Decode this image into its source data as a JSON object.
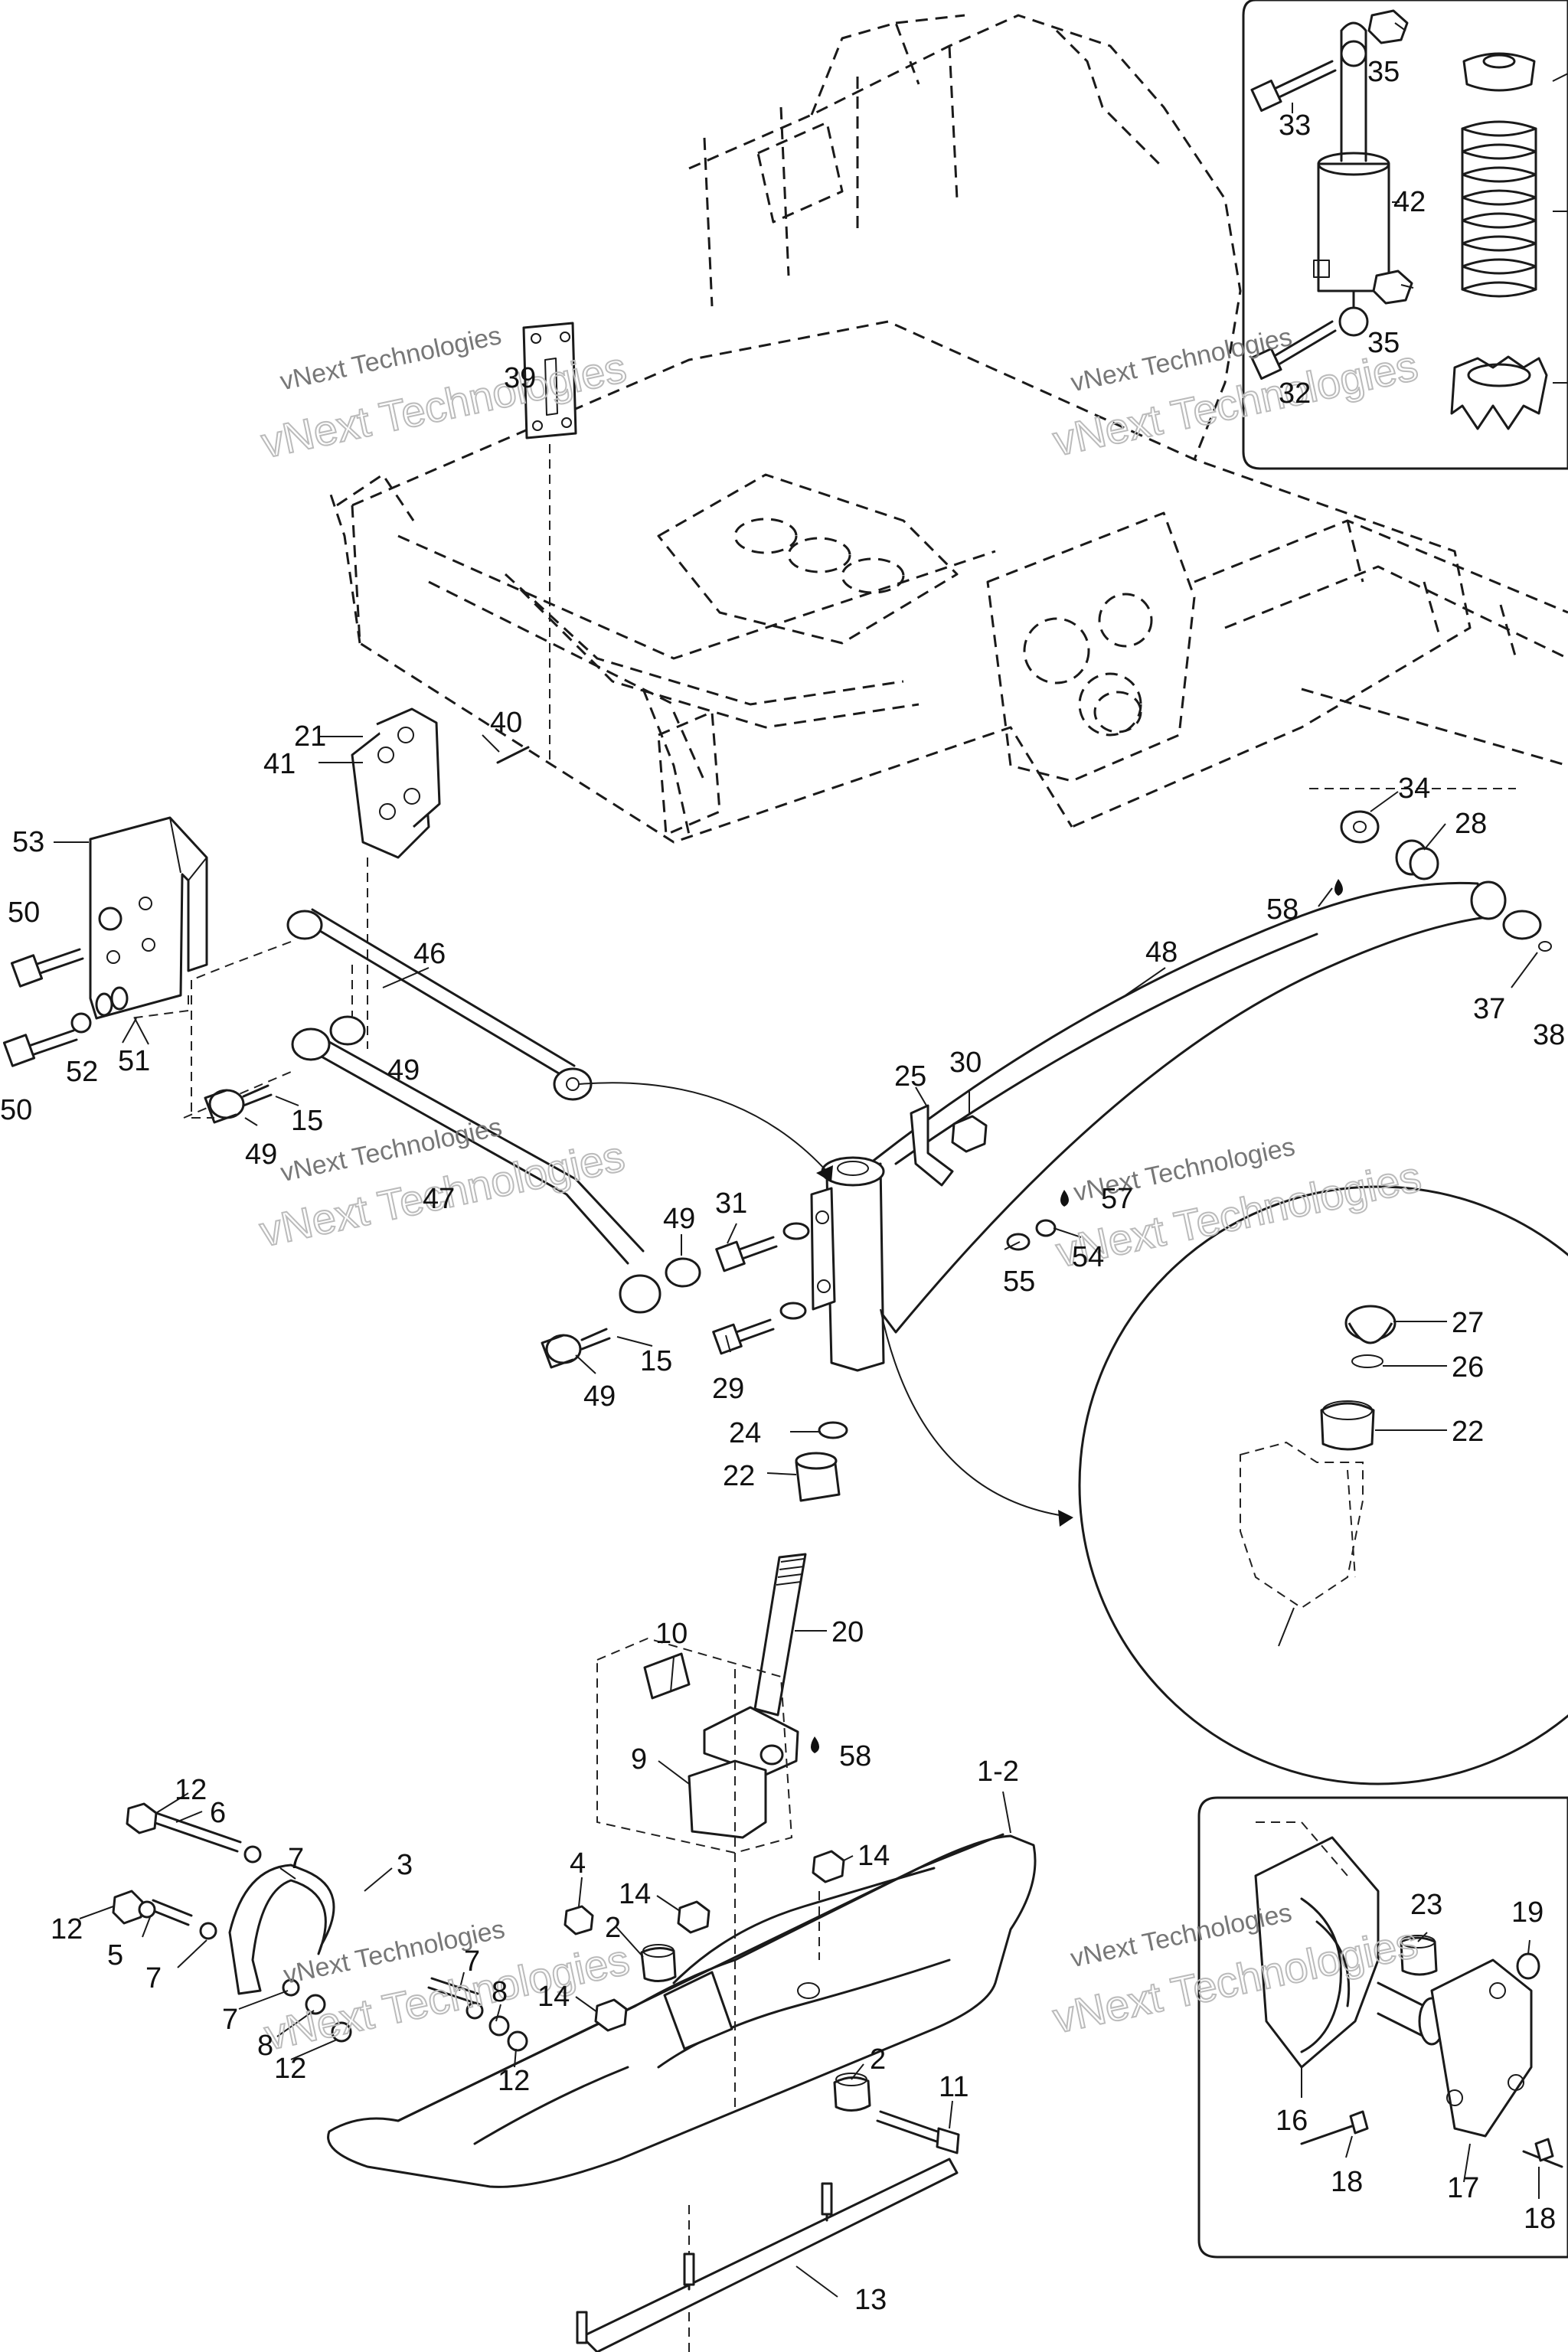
{
  "watermarks": [
    {
      "line1": "vNext Technologies",
      "line2": "vNext Technologies"
    },
    {
      "line1": "vNext Technologies",
      "line2": "vNext Technologies"
    },
    {
      "line1": "vNext Technologies",
      "line2": "vNext Technologies"
    },
    {
      "line1": "vNext Technologies",
      "line2": "vNext Technologies"
    },
    {
      "line1": "vNext Technologies",
      "line2": "vNext Technologies"
    },
    {
      "line1": "vNext Technologies",
      "line2": "vNext Technologies"
    }
  ],
  "callouts": {
    "c33": "33",
    "c35a": "35",
    "c42": "42",
    "c35b": "35",
    "c32": "32",
    "c39": "39",
    "c21": "21",
    "c41": "41",
    "c40": "40",
    "c53": "53",
    "c50a": "50",
    "c52": "52",
    "c51": "51",
    "c50b": "50",
    "c46": "46",
    "c49a": "49",
    "c15a": "15",
    "c49b": "49",
    "c47": "47",
    "c49c": "49",
    "c31": "31",
    "c29": "29",
    "c15b": "15",
    "c49d": "49",
    "c25": "25",
    "c30": "30",
    "c57": "57",
    "c54": "54",
    "c55": "55",
    "c48": "48",
    "c34": "34",
    "c28": "28",
    "c58a": "58",
    "c37": "37",
    "c38": "38",
    "c27": "27",
    "c26": "26",
    "c22a": "22",
    "c24": "24",
    "c22b": "22",
    "c20": "20",
    "c10": "10",
    "c9": "9",
    "c58b": "58",
    "c1_2": "1-2",
    "c14a": "14",
    "c12a": "12",
    "c6": "6",
    "c7a": "7",
    "c3": "3",
    "c12b": "12",
    "c5": "5",
    "c7b": "7",
    "c7c": "7",
    "c8a": "8",
    "c12c": "12",
    "c7d": "7",
    "c8b": "8",
    "c12d": "12",
    "c4": "4",
    "c14b": "14",
    "c2a": "2",
    "c14c": "14",
    "c2b": "2",
    "c11": "11",
    "c13": "13",
    "c23": "23",
    "c19": "19",
    "c16": "16",
    "c18a": "18",
    "c17": "17",
    "c18b": "18"
  },
  "icons": {
    "grease": "grease-drop-icon",
    "flow_arrow": "arrow-head-icon"
  }
}
